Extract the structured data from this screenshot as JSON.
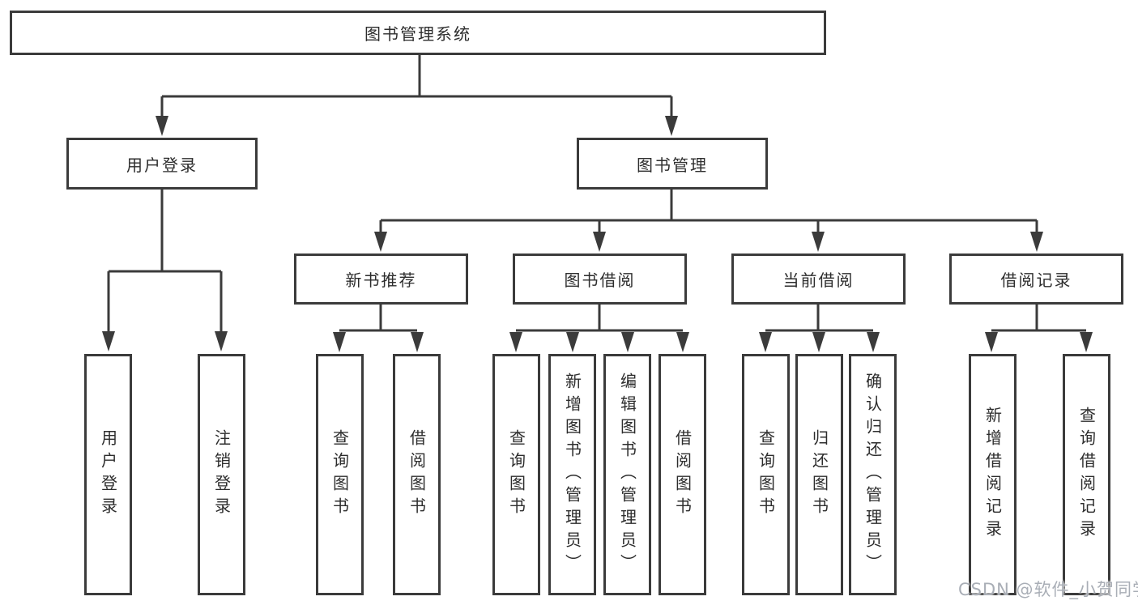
{
  "diagram": {
    "root": {
      "label": "图书管理系统"
    },
    "level2": [
      {
        "label": "用户登录"
      },
      {
        "label": "图书管理"
      }
    ],
    "level3": [
      {
        "label": "新书推荐"
      },
      {
        "label": "图书借阅"
      },
      {
        "label": "当前借阅"
      },
      {
        "label": "借阅记录"
      }
    ],
    "leaves": {
      "user_login": [
        "用户登录",
        "注销登录"
      ],
      "new_books": [
        "查询图书",
        "借阅图书"
      ],
      "book_borrow": [
        "查询图书",
        "新增图书（管理员）",
        "编辑图书（管理员）",
        "借阅图书"
      ],
      "current_borrow": [
        "查询图书",
        "归还图书",
        "确认归还（管理员）"
      ],
      "borrow_records": [
        "新增借阅记录",
        "查询借阅记录"
      ]
    }
  },
  "watermark": {
    "text": "CSDN @软件_小贺同学"
  },
  "colors": {
    "line": "#3b3b3b",
    "text": "#2d2d2d",
    "background": "#ffffff",
    "watermark": "#a9aeb6"
  }
}
